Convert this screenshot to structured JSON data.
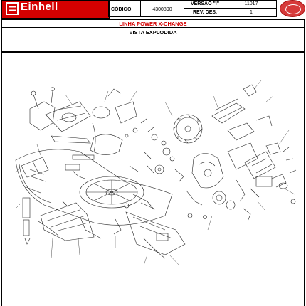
{
  "header": {
    "logo_text": "Einhell",
    "codigo_label": "CÓDIGO",
    "codigo_value": "4300890",
    "versao_label": "VERSÃO \"I\"",
    "versao_value": "11017",
    "rev_label": "REV. DES.",
    "rev_value": "1"
  },
  "linha": "LINHA POWER X-CHANGE",
  "vista": "VISTA EXPLODIDA",
  "colors": {
    "brand_red": "#d40000",
    "line": "#000000",
    "paper": "#ffffff"
  }
}
